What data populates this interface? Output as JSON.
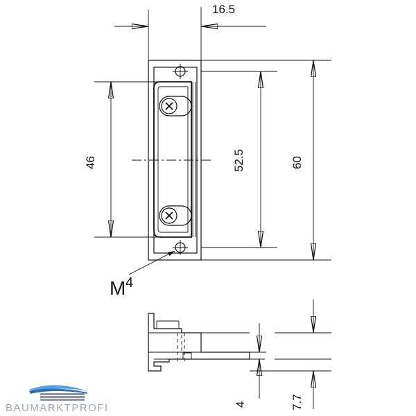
{
  "dimensions": {
    "width_top": "16.5",
    "height_46": "46",
    "height_52_5": "52.5",
    "height_60": "60",
    "depth_4": "4",
    "depth_7_7": "7.7"
  },
  "labels": {
    "thread_main": "M",
    "thread_sub": "4"
  },
  "logo": {
    "text": "BAUMARKTPROFI",
    "colors": {
      "wave_light": "#5aa0e0",
      "wave_dark": "#2f6fb8",
      "bars": "#8a96a6",
      "text": "#9aa6b4"
    }
  }
}
